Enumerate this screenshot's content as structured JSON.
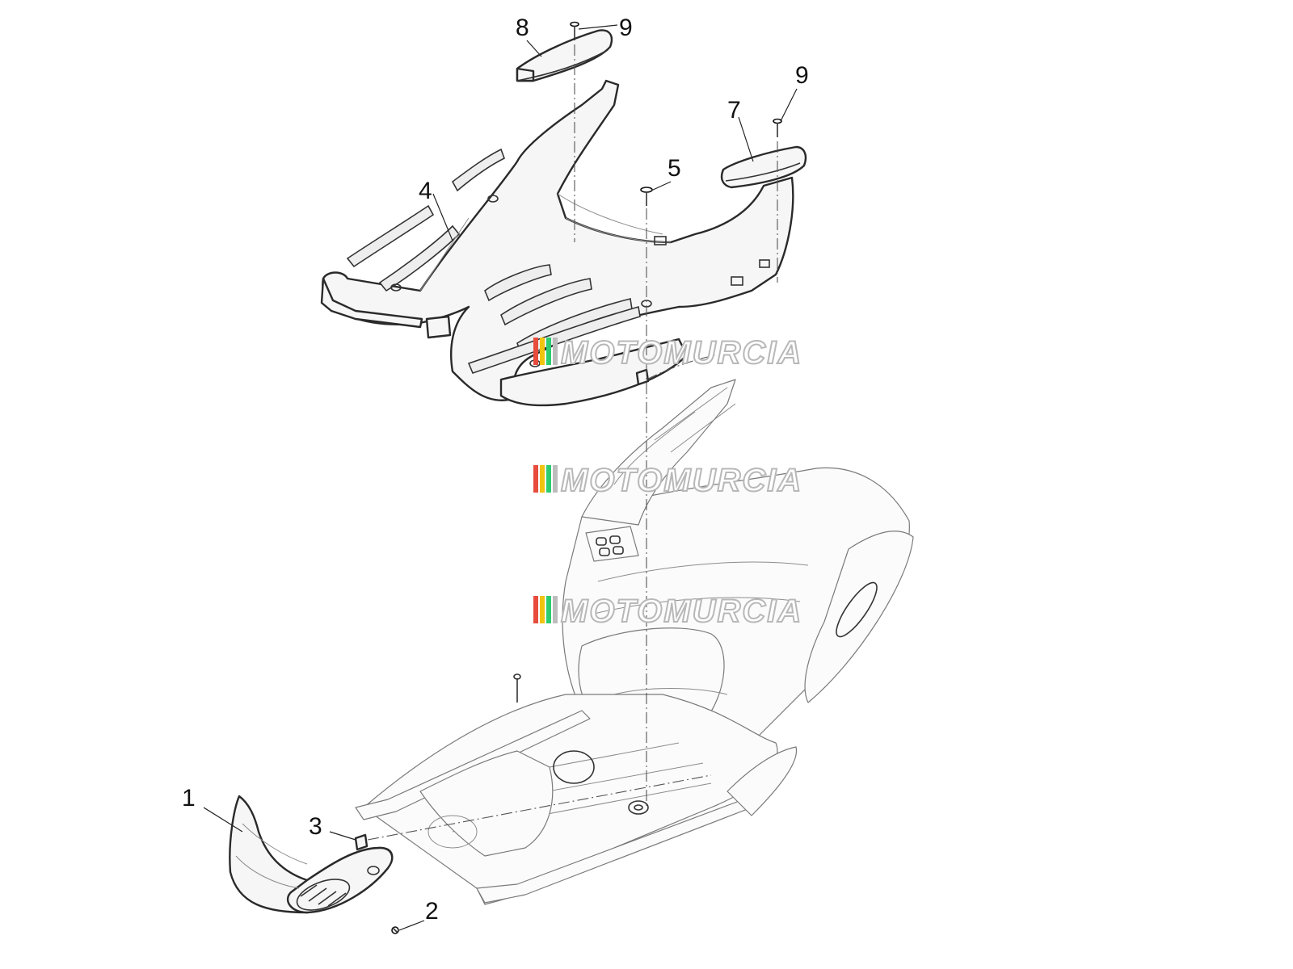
{
  "callouts": [
    {
      "id": "1",
      "text": "1"
    },
    {
      "id": "2",
      "text": "2"
    },
    {
      "id": "3",
      "text": "3"
    },
    {
      "id": "4",
      "text": "4"
    },
    {
      "id": "5",
      "text": "5"
    },
    {
      "id": "7",
      "text": "7"
    },
    {
      "id": "8",
      "text": "8"
    },
    {
      "id": "9a",
      "text": "9"
    },
    {
      "id": "9b",
      "text": "9"
    }
  ],
  "watermark": {
    "text": "MOTOMURCIA",
    "stripe_colors": [
      "#e74c3c",
      "#f1c40f",
      "#2ecc71",
      "#bdbdbd"
    ]
  }
}
